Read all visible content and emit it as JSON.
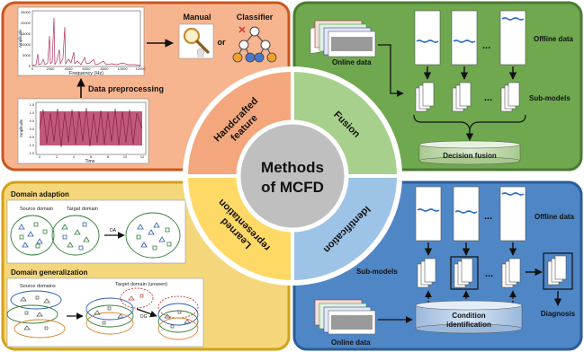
{
  "center": {
    "line1": "Methods",
    "line2": "of MCFD"
  },
  "wedges": {
    "handcrafted": {
      "line1": "Handcrafted",
      "line2": "feature"
    },
    "fusion": {
      "line1": "Fusion"
    },
    "learned": {
      "line1": "Learned",
      "line2": "representation"
    },
    "identification": {
      "line1": "Identification"
    }
  },
  "panel_tl": {
    "spectrum_xlabel": "Frequency (Hz)",
    "spectrum_ylabel": "Amplitude",
    "spectrum_yticks": [
      "25000",
      "20000",
      "15000",
      "10000",
      "5000",
      "0"
    ],
    "spectrum_xticks": [
      "0",
      "2000",
      "4000",
      "6000",
      "8000",
      "10000",
      "12000"
    ],
    "manual": "Manual",
    "or": "or",
    "classifier": "Classifier",
    "preprocessing": "Data preprocessing",
    "signal_xlabel": "Time",
    "signal_ylabel": "Amplitude",
    "signal_xticks": [
      "0",
      "2",
      "4",
      "6",
      "8",
      "10",
      "12"
    ],
    "signal_yticks": [
      "1.5",
      "1.0",
      "0.5",
      "0.0",
      "-0.5",
      "-1.0",
      "-1.5"
    ]
  },
  "panel_tr": {
    "online": "Online data",
    "offline": "Offline data",
    "ellipsis": "...",
    "submodels": "Sub-models",
    "decision": "Decision fusion"
  },
  "panel_bl": {
    "adaption": "Domain adaption",
    "source": "Source domain",
    "target": "Target domain",
    "da": "DA",
    "generalization": "Domain generalization",
    "sources": "Source domains",
    "target_unseen": "Target domain (unseen)",
    "dg": "DG"
  },
  "panel_br": {
    "offline": "Offline data",
    "submodels": "Sub-models",
    "ellipsis": "...",
    "condition_line1": "Condition",
    "condition_line2": "identification",
    "diagnosis": "Diagnosis",
    "online": "Online data"
  },
  "colors": {
    "orange_bg": "#f6b48f",
    "orange_border": "#c9571c",
    "green_bg": "#6fa84f",
    "green_border": "#4b7a33",
    "yellow_bg": "#f5d77b",
    "yellow_border": "#d4a017",
    "blue_bg": "#4f86c6",
    "blue_border": "#2b5c9a",
    "wedge_orange": "#f4a77c",
    "wedge_green": "#a8d08d",
    "wedge_yellow": "#ffd966",
    "wedge_blue": "#9dc3e6",
    "center": "#bfbfbf"
  }
}
